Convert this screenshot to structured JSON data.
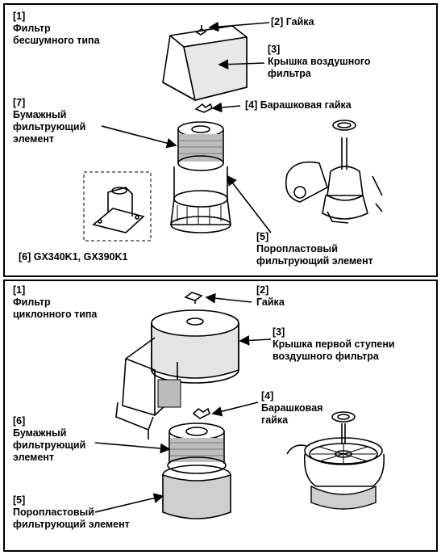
{
  "top_panel": {
    "labels": {
      "l1": "[1]\nФильтр\nбесшумного типа",
      "l2": "[2] Гайка",
      "l3": "[3]\nКрышка воздушного\nфильтра",
      "l4": "[4] Барашковая гайка",
      "l7": "[7]\nБумажный\nфильтрующий\nэлемент",
      "l5": "[5]\nПоропластовый\nфильтрующий элемент",
      "l6": "[6] GX340K1, GX390K1"
    }
  },
  "bottom_panel": {
    "labels": {
      "l1": "[1]\nФильтр\nциклонного типа",
      "l2": "[2]\nГайка",
      "l3": "[3]\nКрышка первой ступени\nвоздушного фильтра",
      "l4": "[4]\nБарашковая\nгайка",
      "l6": "[6]\nБумажный\nфильтрующий\nэлемент",
      "l5": "[5]\nПоропластовый\nфильтрующий элемент"
    }
  }
}
